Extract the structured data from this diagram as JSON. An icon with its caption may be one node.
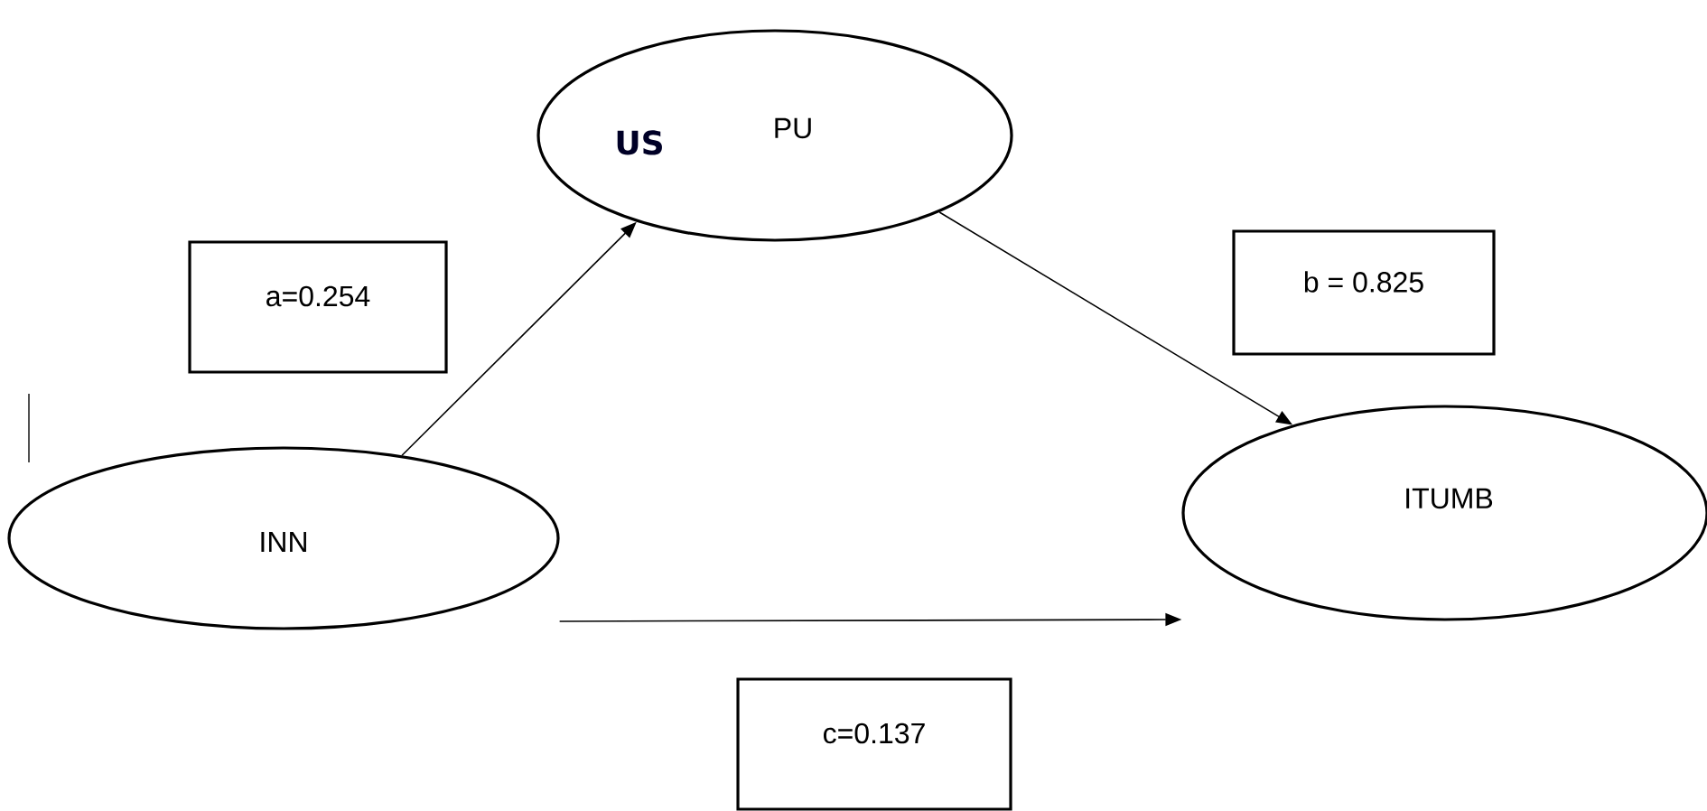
{
  "diagram": {
    "nodes": [
      {
        "text": [
          "US",
          "PU"
        ]
      },
      {
        "text": [
          "a=0.254"
        ]
      },
      {
        "text": [
          "b = 0.825"
        ]
      },
      {
        "text": [
          "INN"
        ]
      },
      {
        "text": [
          "ITUMB"
        ]
      },
      {
        "text": [
          "c=0.137"
        ]
      }
    ],
    "edges": [
      {
        "from": 3,
        "to": 0,
        "arrow": "to"
      },
      {
        "from": 0,
        "to": 4,
        "arrow": "to"
      },
      {
        "from": 3,
        "to": 4,
        "arrow": "to"
      }
    ]
  }
}
